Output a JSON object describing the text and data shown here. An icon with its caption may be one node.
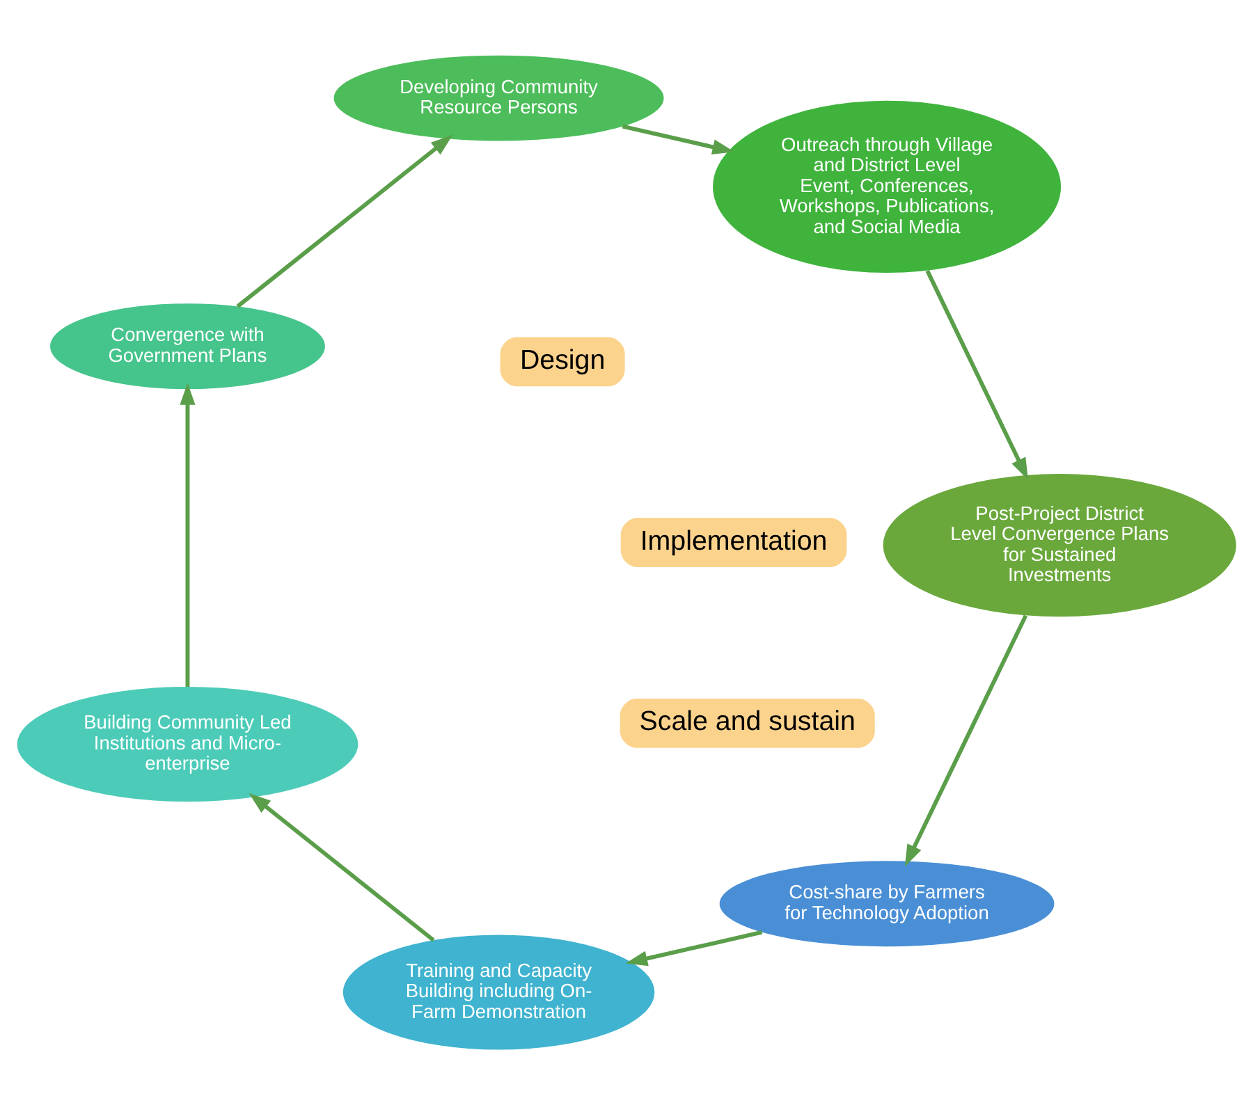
{
  "diagram": {
    "nodes": [
      {
        "text": [
          "Cost-share by Farmers for Technology Adoption"
        ]
      },
      {
        "text": [
          "Training and Capacity Building including On-Farm Demonstration"
        ]
      },
      {
        "text": [
          "Building Community Led Institutions and Micro-enterprise"
        ]
      },
      {
        "text": [
          "Convergence with Government Plans"
        ]
      },
      {
        "text": [
          "Developing Community Resource Persons"
        ]
      },
      {
        "text": [
          "Outreach through Village and District Level Event, Conferences, Workshops, Publications, and Social Media"
        ]
      },
      {
        "text": [
          "Post-Project District Level Convergence Plans for Sustained Investments"
        ]
      },
      {
        "text": [
          "Design"
        ]
      },
      {
        "text": [
          "Implementation"
        ]
      },
      {
        "text": [
          "Scale and sustain"
        ]
      }
    ],
    "edges": [
      {
        "from": 0,
        "to": 1,
        "arrow": "to"
      },
      {
        "from": 1,
        "to": 2,
        "arrow": "to"
      },
      {
        "from": 2,
        "to": 3,
        "arrow": "to"
      },
      {
        "from": 3,
        "to": 4,
        "arrow": "to"
      },
      {
        "from": 4,
        "to": 5,
        "arrow": "to"
      },
      {
        "from": 5,
        "to": 6,
        "arrow": "to"
      },
      {
        "from": 6,
        "to": 0,
        "arrow": "to"
      }
    ]
  }
}
